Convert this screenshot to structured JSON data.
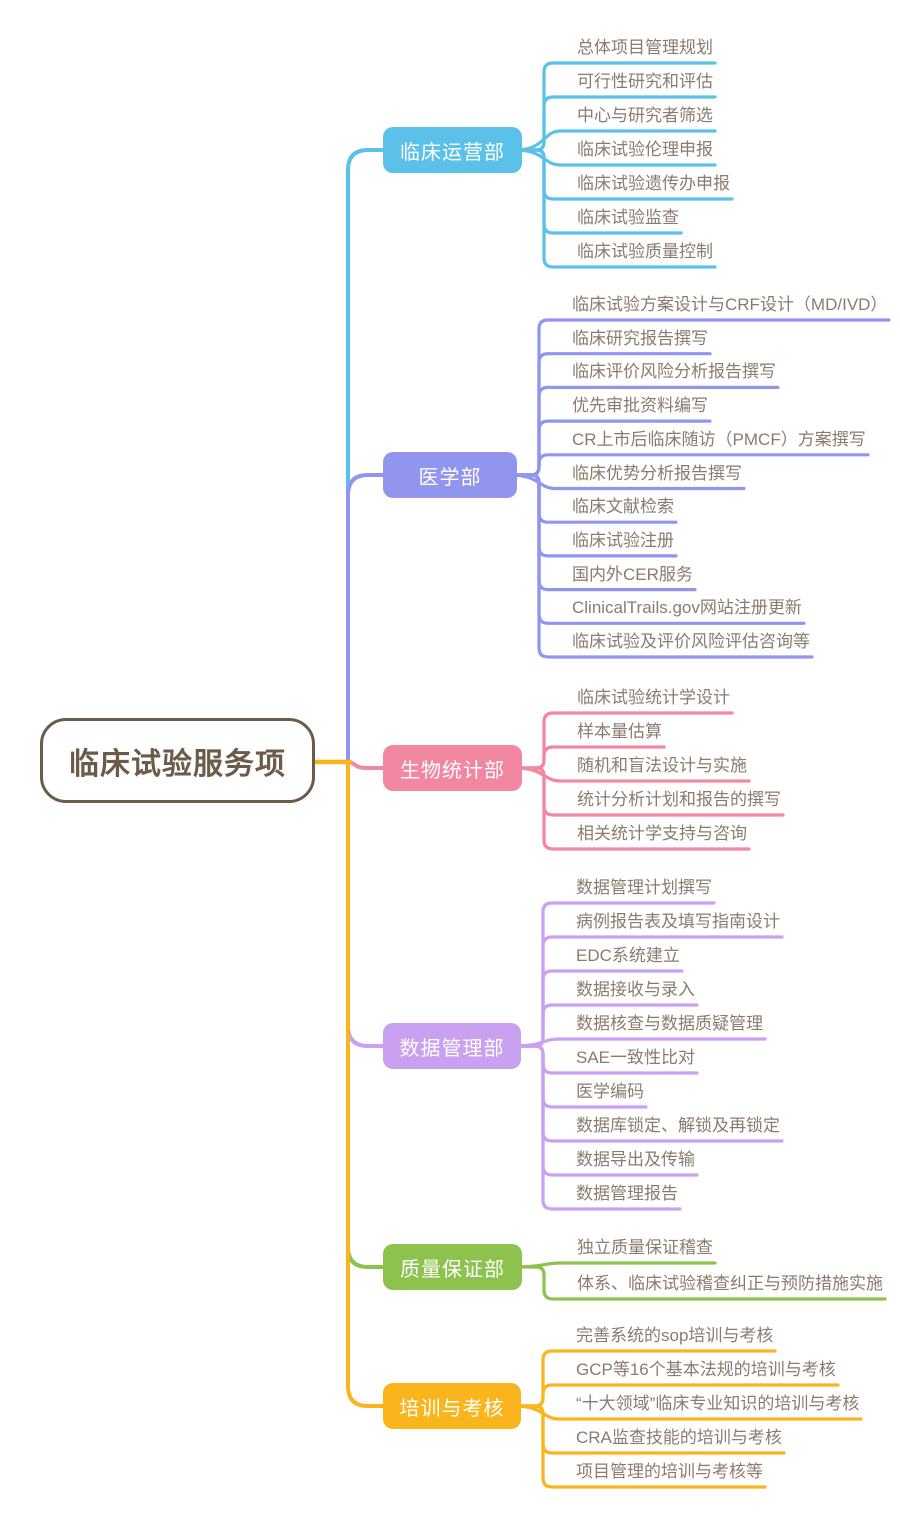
{
  "root": {
    "label": "临床试验服务项",
    "border_color": "#6b5c49",
    "text_color": "#6b5c49",
    "fill_color": "#ffffff",
    "connector_color": "#f7b41d"
  },
  "leaf_text_color": "#8b7b6e",
  "background_color": "#ffffff",
  "branch_text_color": "#ffffff",
  "branches": [
    {
      "id": "clinical-operations",
      "label": "临床运营部",
      "color": "#5cc1e9",
      "children": [
        "总体项目管理规划",
        "可行性研究和评估",
        "中心与研究者筛选",
        "临床试验伦理申报",
        "临床试验遗传办申报",
        "临床试验监查",
        "临床试验质量控制"
      ]
    },
    {
      "id": "medical-affairs",
      "label": "医学部",
      "color": "#9295ee",
      "children": [
        "临床试验方案设计与CRF设计（MD/IVD）",
        "临床研究报告撰写",
        "临床评价风险分析报告撰写",
        "优先审批资料编写",
        "CR上市后临床随访（PMCF）方案撰写",
        "临床优势分析报告撰写",
        "临床文献检索",
        "临床试验注册",
        "国内外CER服务",
        "ClinicalTrails.gov网站注册更新",
        "临床试验及评价风险评估咨询等"
      ]
    },
    {
      "id": "biostatistics",
      "label": "生物统计部",
      "color": "#f287a2",
      "children": [
        "临床试验统计学设计",
        "样本量估算",
        "随机和盲法设计与实施",
        "统计分析计划和报告的撰写",
        "相关统计学支持与咨询"
      ]
    },
    {
      "id": "data-management",
      "label": "数据管理部",
      "color": "#c9a1f0",
      "children": [
        "数据管理计划撰写",
        "病例报告表及填写指南设计",
        "EDC系统建立",
        "数据接收与录入",
        "数据核查与数据质疑管理",
        "SAE一致性比对",
        "医学编码",
        "数据库锁定、解锁及再锁定",
        "数据导出及传输",
        "数据管理报告"
      ]
    },
    {
      "id": "quality-assurance",
      "label": "质量保证部",
      "color": "#8dc24f",
      "children": [
        "独立质量保证稽查",
        "体系、临床试验稽查纠正与预防措施实施"
      ]
    },
    {
      "id": "training-assessment",
      "label": "培训与考核",
      "color": "#fab41c",
      "children": [
        "完善系统的sop培训与考核",
        "GCP等16个基本法规的培训与考核",
        "“十大领域”临床专业知识的培训与考核",
        "CRA监查技能的培训与考核",
        "项目管理的培训与考核等"
      ]
    }
  ]
}
